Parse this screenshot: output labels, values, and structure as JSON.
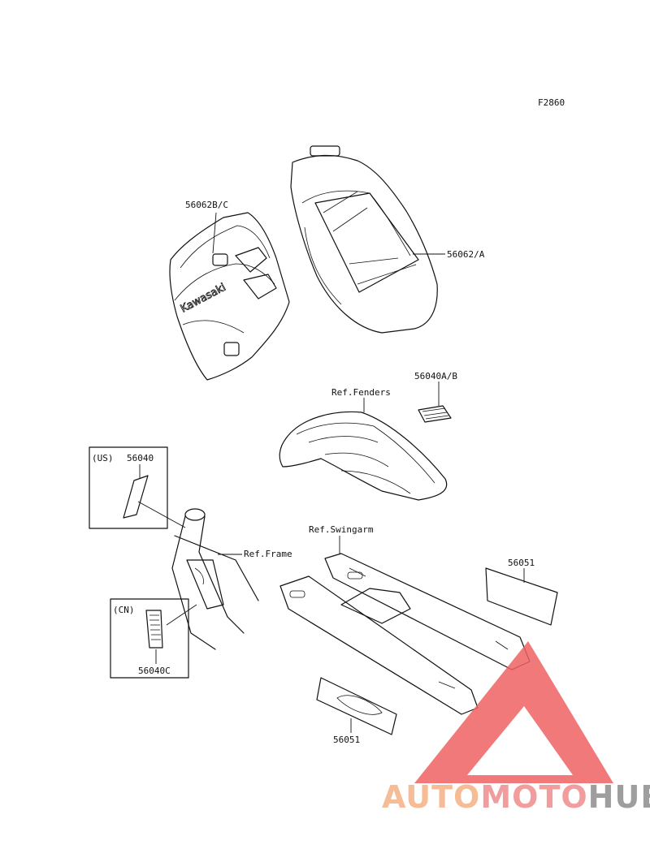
{
  "figure_code": "F2860",
  "labels": {
    "side_cover": "56062B/C",
    "fuel_tank": "56062/A",
    "fender_decal": "56040A/B",
    "fenders_ref": "Ref.Fenders",
    "us_region": "(US)",
    "us_part": "56040",
    "frame_ref": "Ref.Frame",
    "cn_region": "(CN)",
    "cn_part": "56040C",
    "swingarm_ref": "Ref.Swingarm",
    "swingarm_decal": "56051",
    "lower_decal": "56051"
  },
  "side_cover_logo": "Kawasaki",
  "watermark": {
    "part1": "AUTO",
    "part2": "MOTO",
    "part3": "HUB",
    "color_light": "#f4b183",
    "color_mid": "#f08c8c",
    "color_dark": "#8e8e8e",
    "triangle_color": "#f06262"
  }
}
